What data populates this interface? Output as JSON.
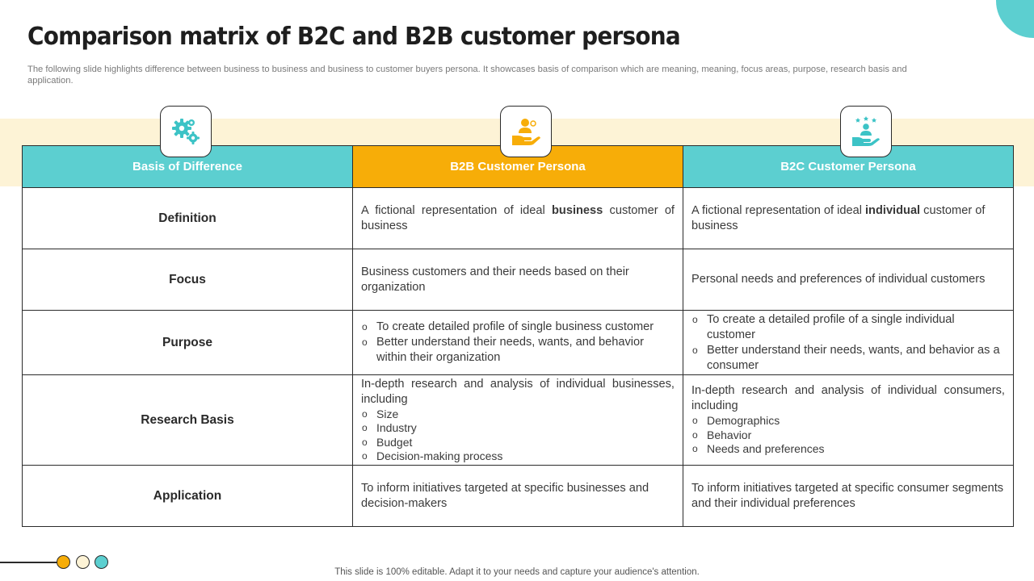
{
  "slide": {
    "title": "Comparison matrix of B2C and B2B customer persona",
    "subtitle": "The following slide highlights difference between business to business and business to customer buyers persona. It showcases basis of comparison which are meaning, meaning, focus areas, purpose, research basis and application.",
    "footer_note": "This slide is 100% editable. Adapt it to your needs and capture your audience's attention."
  },
  "colors": {
    "teal": "#5ccfd0",
    "amber": "#f7ad08",
    "cream": "#fdf3d6",
    "dark": "#2b2b2b"
  },
  "icons": {
    "basis": "gears-icon",
    "b2b": "hand-user-icon",
    "b2c": "rated-customer-hand-icon"
  },
  "headers": {
    "basis": "Basis of Difference",
    "b2b": "B2B Customer Persona",
    "b2c": "B2C Customer Persona"
  },
  "rows": {
    "definition": {
      "label": "Definition",
      "b2b": {
        "pre": "A fictional representation of ideal ",
        "bold": "business",
        "post": " customer of business"
      },
      "b2c": {
        "pre": "A fictional representation of ideal ",
        "bold": "individual",
        "post": " customer of business"
      }
    },
    "focus": {
      "label": "Focus",
      "b2b": "Business customers and their needs based on their organization",
      "b2c": "Personal needs and preferences of individual customers"
    },
    "purpose": {
      "label": "Purpose",
      "b2b": [
        "To create detailed profile of single business customer",
        "Better understand their needs, wants, and behavior within their organization"
      ],
      "b2c": [
        "To create a detailed profile of a single individual customer",
        "Better understand their needs, wants, and behavior as a consumer"
      ]
    },
    "research": {
      "label": "Research Basis",
      "b2b": {
        "intro": "In-depth research and analysis of individual businesses, including",
        "items": [
          "Size",
          "Industry",
          "Budget",
          "Decision-making process"
        ]
      },
      "b2c": {
        "intro": "In-depth research and analysis of individual consumers, including",
        "items": [
          "Demographics",
          "Behavior",
          "Needs and preferences"
        ]
      }
    },
    "application": {
      "label": "Application",
      "b2b": "To inform initiatives targeted at specific businesses and decision-makers",
      "b2c": "To inform initiatives targeted at specific consumer segments and their individual preferences"
    }
  }
}
